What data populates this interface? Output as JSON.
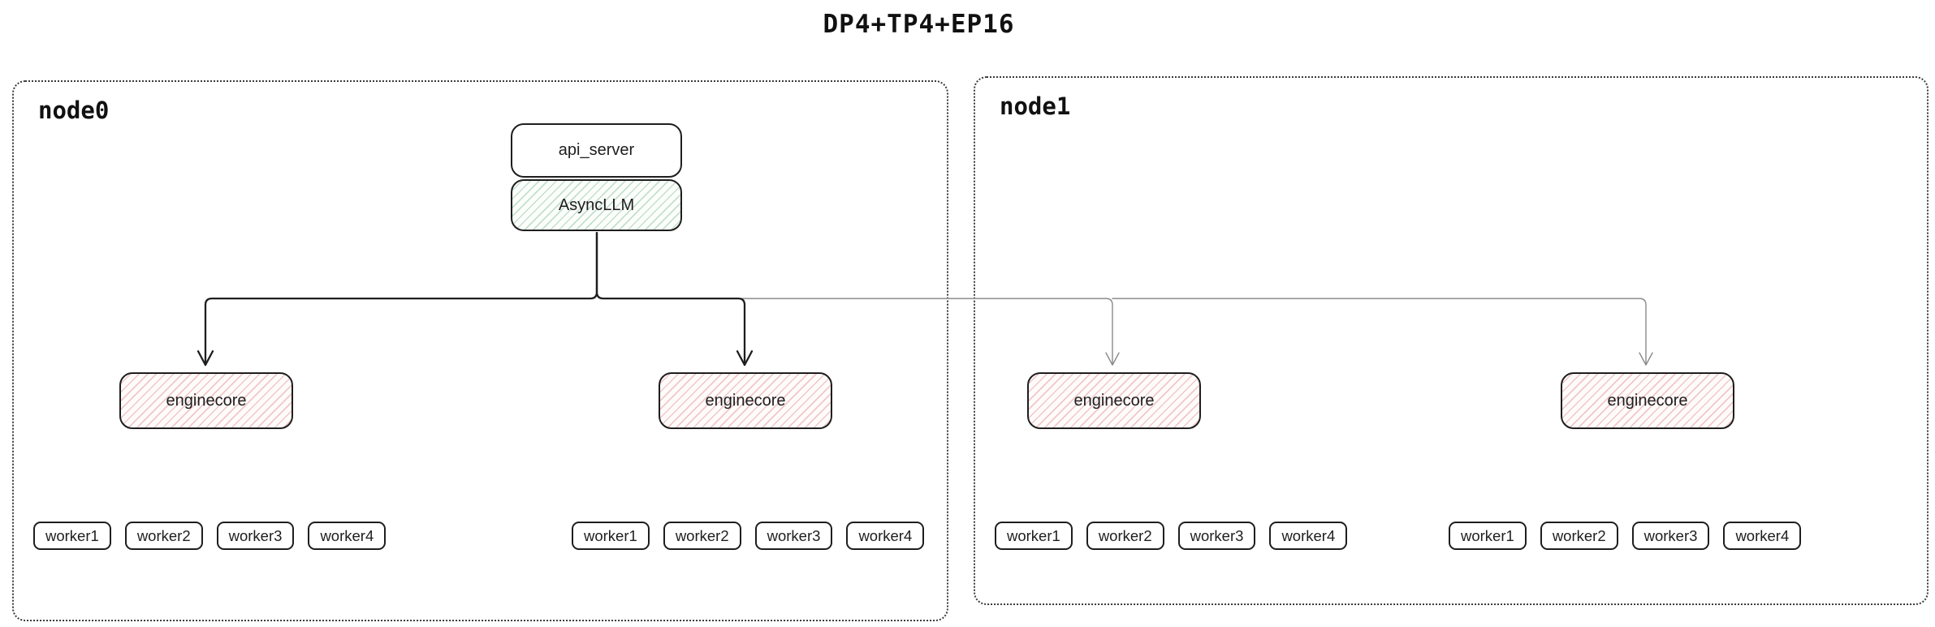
{
  "diagram": {
    "title": "DP4+TP4+EP16"
  },
  "colors": {
    "arrow_dark": "#1e1e1e",
    "arrow_light": "#8a8a8a",
    "box_border": "#1e1e1e",
    "node_border": "#3a3a3a",
    "green_hatch": "#6eb482",
    "red_hatch": "#d67474"
  },
  "nodes": [
    {
      "label": "node0",
      "api_server_label": "api_server",
      "asyncllm_label": "AsyncLLM",
      "enginecores": [
        {
          "label": "enginecore",
          "workers": [
            "worker1",
            "worker2",
            "worker3",
            "worker4"
          ]
        },
        {
          "label": "enginecore",
          "workers": [
            "worker1",
            "worker2",
            "worker3",
            "worker4"
          ]
        }
      ]
    },
    {
      "label": "node1",
      "enginecores": [
        {
          "label": "enginecore",
          "workers": [
            "worker1",
            "worker2",
            "worker3",
            "worker4"
          ]
        },
        {
          "label": "enginecore",
          "workers": [
            "worker1",
            "worker2",
            "worker3",
            "worker4"
          ]
        }
      ]
    }
  ]
}
